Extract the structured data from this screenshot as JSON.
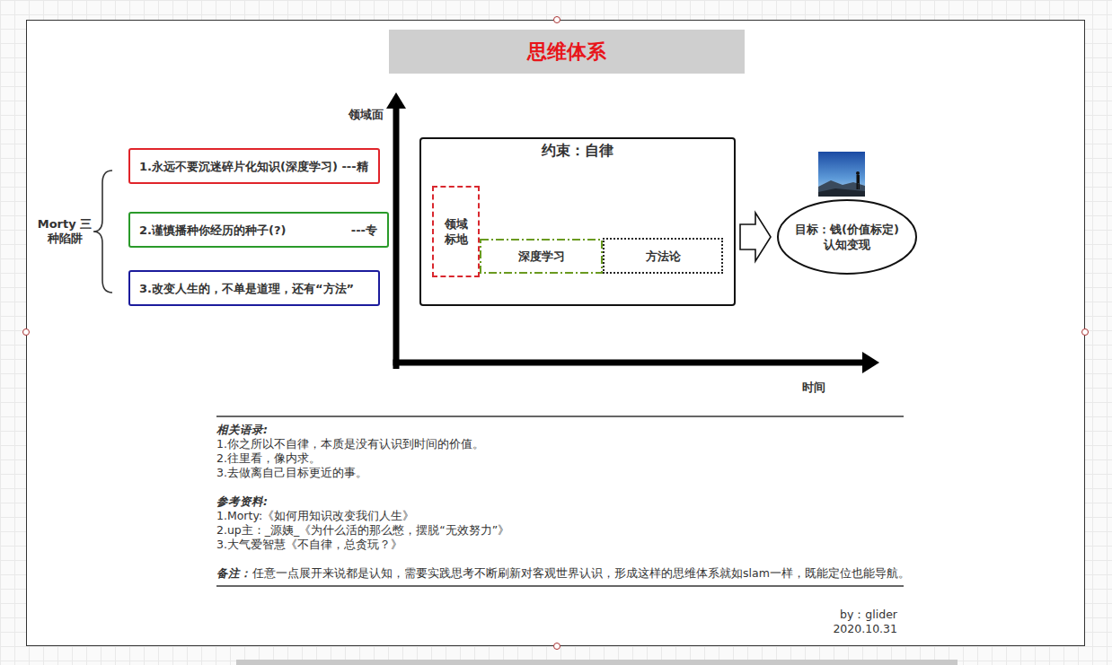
{
  "diagram": {
    "title": "思维体系",
    "nodes": [
      {
        "text": [
          "1.永远不要沉迷碎片化知识(深度学习) ---精"
        ]
      },
      {
        "text": [
          "2.谨慎播种你经历的种子(?)                ---专"
        ]
      },
      {
        "text": [
          "3.改变人生的，不单是道理，还有“方法”"
        ]
      },
      {
        "text": [
          "约束：自律"
        ]
      },
      {
        "text": [
          "领域 标地"
        ],
        "in": 3
      },
      {
        "text": [
          "深度学习"
        ],
        "in": 3
      },
      {
        "text": [
          "方法论"
        ],
        "in": 3
      },
      {
        "text": [
          "目标：钱(价值标定) 认知变现"
        ]
      }
    ],
    "edges": [
      {
        "from": 3,
        "to": 7,
        "arrow": "to"
      }
    ],
    "labels": [
      "领域面",
      "时间",
      "Morty 三种陷阱",
      "相关语录:",
      "1.你之所以不自律，本质是没有认识到时间的价值。",
      "2.往里看，像内求。",
      "3.去做离自己目标更近的事。",
      "参考资料:",
      "1.Morty:《如何用知识改变我们人生》",
      "2.up主：_源姨_《为什么活的那么憋，摆脱“无效努力”》",
      "3.大气爱智慧《不自律，总贪玩？》",
      "备注：",
      "任意一点展开来说都是认知，需要实践思考不断刷新对客观世界认识，形成这样的思维体系就如slam一样，既能定位也能导航。",
      "by：glider",
      "2020.10.31"
    ]
  }
}
